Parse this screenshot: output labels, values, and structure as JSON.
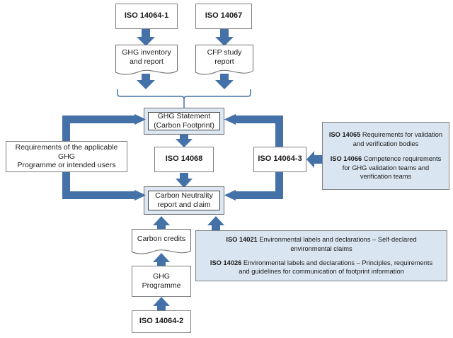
{
  "diagram": {
    "title": "ISO standards relationship for GHG / carbon footprint and carbon neutrality",
    "colors": {
      "arrow_blue": "#4472a8",
      "panel_blue": "#d9e6f2",
      "highlight_blue": "#dce7f3",
      "box_border": "#7f7f7f",
      "text": "#1a1a1a",
      "background": "#ffffff"
    }
  },
  "nodes": {
    "iso_14064_1": {
      "label": "ISO 14064-1"
    },
    "iso_14067": {
      "label": "ISO 14067"
    },
    "ghg_inventory": {
      "line1": "GHG inventory",
      "line2": "and report"
    },
    "cfp_study": {
      "line1": "CFP study",
      "line2": "report"
    },
    "ghg_statement": {
      "line1": "GHG Statement",
      "line2": "(Carbon Footprint)"
    },
    "iso_14068": {
      "label": "ISO 14068"
    },
    "iso_14064_3": {
      "label": "ISO 14064-3"
    },
    "requirements": {
      "line1": "Requirements of the applicable GHG",
      "line2": "Programme or intended users"
    },
    "carbon_neutrality": {
      "line1": "Carbon Neutrality",
      "line2": "report and claim"
    },
    "carbon_credits": {
      "label": "Carbon credits"
    },
    "ghg_programme": {
      "line1": "GHG",
      "line2": "Programme"
    },
    "iso_14064_2": {
      "label": "ISO 14064-2"
    }
  },
  "panels": {
    "validation": {
      "entries": [
        {
          "code": "ISO 14065",
          "text": " Requirements for validation and verification bodies"
        },
        {
          "code": "ISO 14066",
          "text": " Competence requirements for GHG validation teams and verification teams"
        }
      ]
    },
    "labels_declarations": {
      "entries": [
        {
          "code": "ISO 14021",
          "text": " Environmental labels and declarations – Self-declared environmental claims"
        },
        {
          "code": "ISO 14026",
          "text": " Environmental labels and declarations – Principles, requirements and guidelines for communication of footprint information"
        }
      ]
    }
  },
  "connectors": [
    {
      "name": "iso14064-1-to-ghg-inventory",
      "direction": "down"
    },
    {
      "name": "iso14067-to-cfp-study",
      "direction": "down"
    },
    {
      "name": "ghg-inventory-to-brace",
      "direction": "down"
    },
    {
      "name": "cfp-study-to-brace",
      "direction": "down"
    },
    {
      "name": "brace-to-ghg-statement",
      "direction": "down"
    },
    {
      "name": "ghg-statement-to-iso14068",
      "direction": "down"
    },
    {
      "name": "iso14068-to-carbon-neutrality",
      "direction": "down"
    },
    {
      "name": "requirements-to-ghg-statement",
      "direction": "right"
    },
    {
      "name": "requirements-to-carbon-neutrality",
      "direction": "right"
    },
    {
      "name": "iso14064-3-to-ghg-statement",
      "direction": "left-up"
    },
    {
      "name": "iso14064-3-to-carbon-neutrality",
      "direction": "left-down"
    },
    {
      "name": "validation-panel-to-iso14064-3",
      "direction": "left"
    },
    {
      "name": "carbon-credits-to-carbon-neutrality",
      "direction": "up"
    },
    {
      "name": "ghg-programme-to-carbon-credits",
      "direction": "up"
    },
    {
      "name": "iso14064-2-to-ghg-programme",
      "direction": "up"
    },
    {
      "name": "labels-panel-to-carbon-neutrality",
      "direction": "up"
    }
  ]
}
